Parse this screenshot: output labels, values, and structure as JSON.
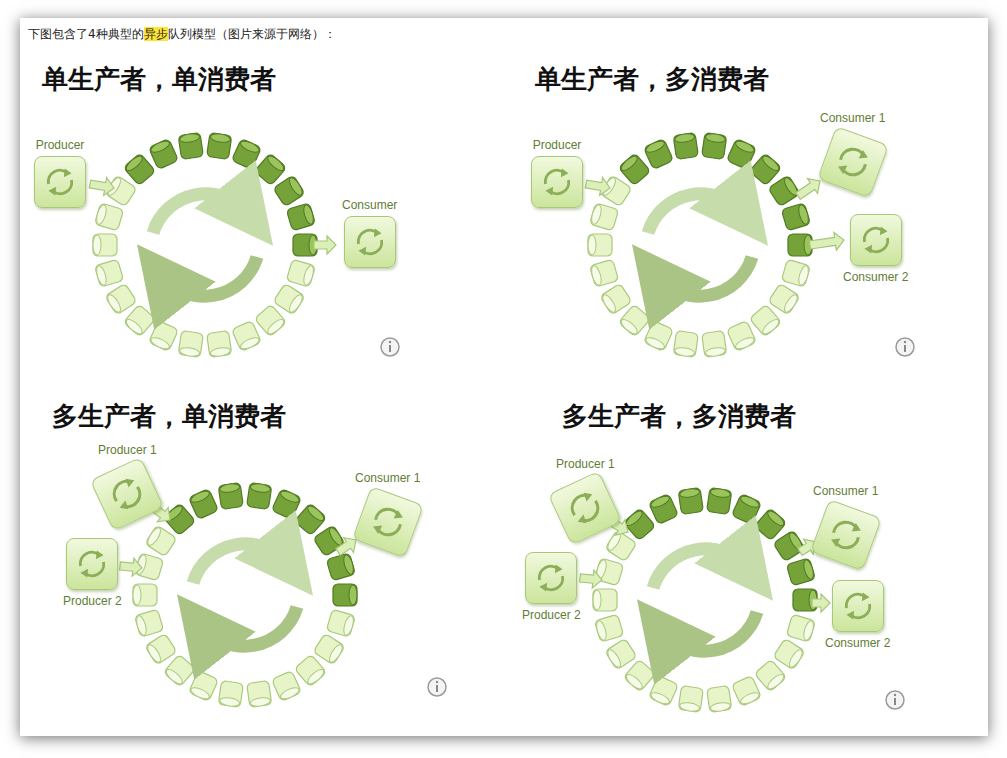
{
  "diagram": {
    "nodes": [
      {
        "text": [
          "Producer"
        ]
      },
      {
        "text": [
          "Consumer"
        ]
      },
      {
        "text": [
          "Producer"
        ]
      },
      {
        "text": [
          "Consumer 1"
        ]
      },
      {
        "text": [
          "Consumer 2"
        ]
      },
      {
        "text": [
          "Producer 1"
        ]
      },
      {
        "text": [
          "Producer 2"
        ]
      },
      {
        "text": [
          "Consumer 1"
        ]
      },
      {
        "text": [
          "Producer 1"
        ]
      },
      {
        "text": [
          "Producer 2"
        ]
      },
      {
        "text": [
          "Consumer 1"
        ]
      },
      {
        "text": [
          "Consumer 2"
        ]
      }
    ],
    "labels": [
      "下图包含了4种典型的",
      "异步",
      "队列模型（图片来源于网络）：",
      "单生产者，单消费者",
      "单生产者，多消费者",
      "多生产者，单消费者",
      "多生产者，多消费者"
    ]
  }
}
